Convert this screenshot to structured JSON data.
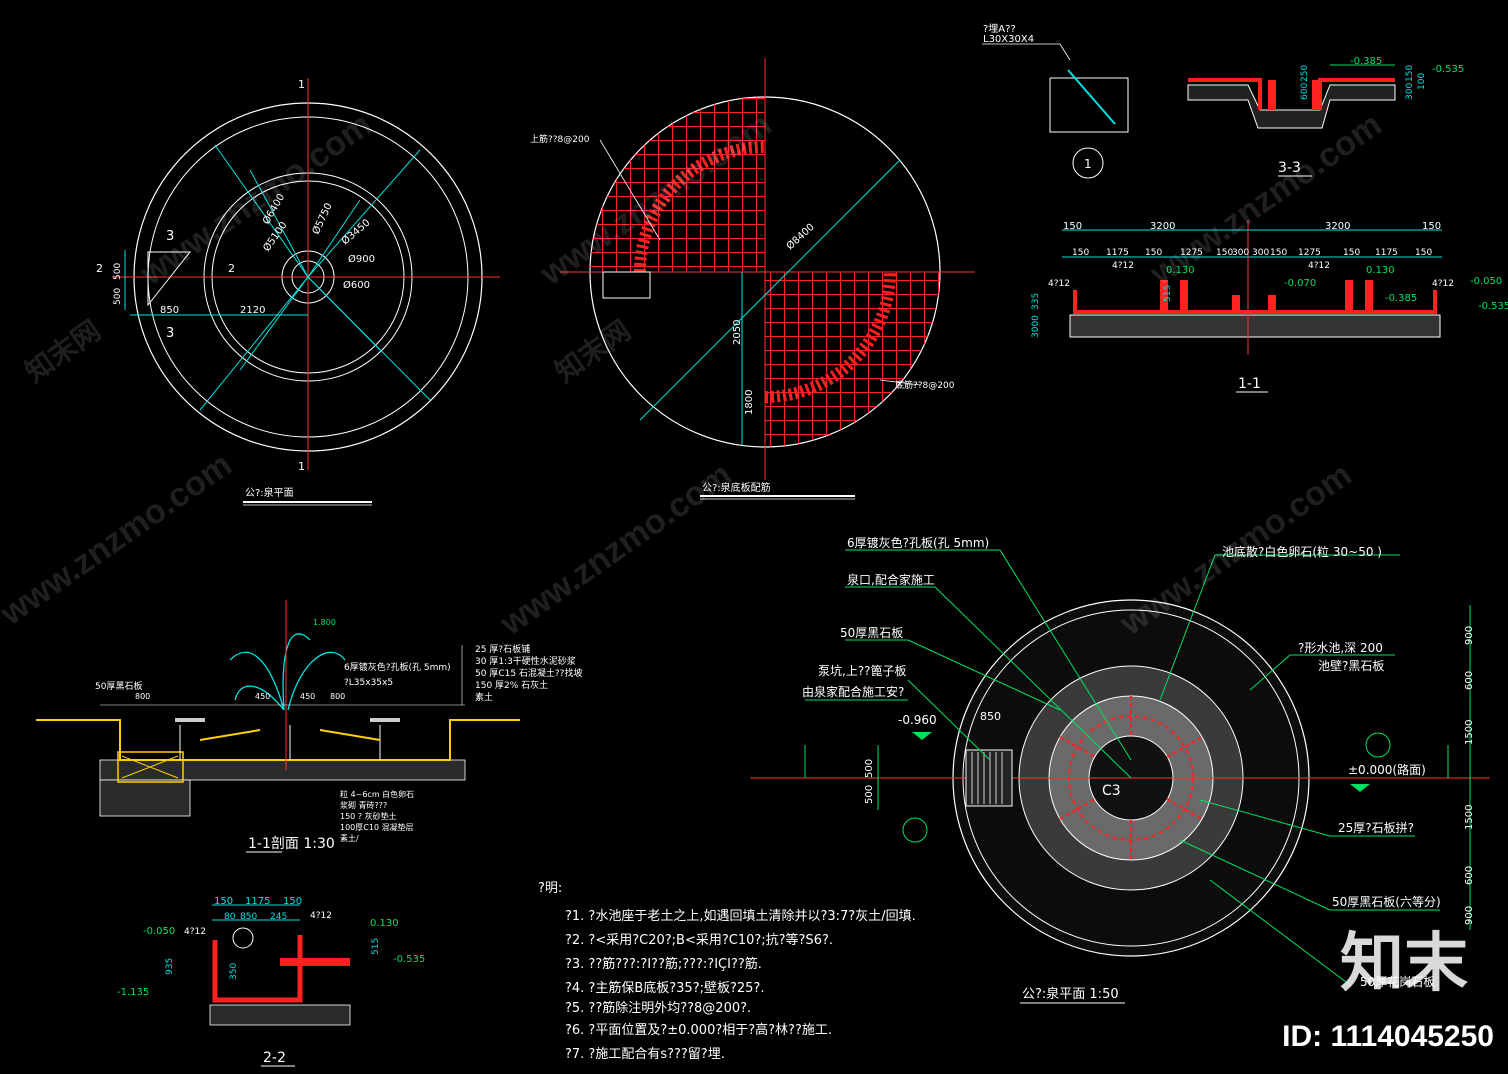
{
  "titles": {
    "plan": "公?:泉平面",
    "rebar": "公?:泉底板配筋",
    "section11": "1-1剖面 1:30",
    "sec22": "2-2",
    "sec33": "3-3",
    "sec1": "1-1",
    "bigplan": "公?:泉平面 1:50"
  },
  "plan": {
    "d6400": "Ø6400",
    "d5100": "Ø5100",
    "d5750": "Ø5750",
    "d3450": "Ø3450",
    "d900": "Ø900",
    "d600": "Ø600",
    "dim850": "850",
    "dim2120": "2120",
    "dim500a": "500",
    "dim500b": "500",
    "sec1": "1",
    "sec2": "2",
    "sec3": "3"
  },
  "rebar": {
    "top": "上筋??8@200",
    "bottom": "底筋??8@200",
    "d8400": "Ø8400",
    "dim2050": "2050",
    "dim1800": "1800"
  },
  "detail1": {
    "label": "?埋A??",
    "angle": "L30X30X4",
    "circle": "1"
  },
  "sec33": {
    "v1": "-0.385",
    "v2": "-0.535",
    "d150": "150",
    "d300": "300",
    "d100": "100",
    "d600": "600",
    "d250": "250"
  },
  "sec1": {
    "dims_top": [
      "150",
      "3200",
      "3200",
      "150"
    ],
    "dims_mid": [
      "150",
      "1175",
      "150",
      "1275",
      "150",
      "300",
      "300",
      "150",
      "1275",
      "150",
      "1175",
      "150"
    ],
    "v0130a": "0.130",
    "v0130b": "0.130",
    "v0070": "-0.070",
    "v0385": "-0.385",
    "v0050": "-0.050",
    "v0535": "-0.535",
    "rebarL": "4?12",
    "rebarR": "4?12",
    "rebarC1": "4?12",
    "rebarC2": "4?12",
    "d515": "515",
    "d335": "335",
    "d3000": "3000"
  },
  "section11": {
    "callouts": [
      "25 厚?石板铺",
      "30 厚1:3干硬性水泥砂浆 ",
      "50 厚C15 石混凝土??找坡",
      "150 厚2% 石灰土",
      "素土"
    ],
    "fountain": "6厚镀灰色?孔板(孔 5mm)",
    "angle": "?L35x35x5",
    "stone": "50厚黑石板",
    "bottom": [
      "粒 4~6cm 白色卵石",
      "浆砌 青砖??? ",
      "150 ? 灰砂垫土",
      "100厚C10 混凝垫层",
      "素土/"
    ],
    "d800a": "800",
    "d800b": "800",
    "d450a": "450",
    "d450b": "450",
    "d1800": "1.800"
  },
  "sec22": {
    "dims": [
      "150",
      "1175",
      "150"
    ],
    "dims2": [
      "80",
      "850",
      "245"
    ],
    "v0050": "-0.050",
    "v0130": "0.130",
    "v0535": "-0.535",
    "v1135": "-1.135",
    "rebar": "4?12",
    "rebar2": "4?12",
    "d935": "935",
    "d515": "515",
    "d350": "350"
  },
  "bigplan": {
    "l1": "6厚镀灰色?孔板(孔 5mm)",
    "l2": "泉口,配合家施工",
    "l3": "50厚黑石板",
    "l4": "泵坑,上??篦子板",
    "l5": "由泉家配合施工安?",
    "l6": "池底散?白色卵石(粒 30~50 )",
    "l7": "?形水池,深 200",
    "l8": "池壁?黑石板",
    "l9": "±0.000(路面)",
    "l10": "25厚?石板拼?",
    "l11": "50厚黑石板(六等分)",
    "l12": "50厚花岗石板",
    "l13": "-0.960",
    "l14": "850",
    "d500a": "500",
    "d500b": "500",
    "c3": "C3",
    "rdims": [
      "900",
      "600",
      "1500",
      "1500",
      "600",
      "900"
    ]
  },
  "notes": {
    "head": "?明:",
    "items": [
      "?1. ?水池座于老土之上,如遇回填土清除并以?3:7?灰土/回填.",
      "?2. ?<采用?C20?;B<采用?C10?;抗?等?S6?.",
      "?3. ??筋???:?I??筋;???:?IÇI??筋.",
      "?4. ?主筋保B底板?35?;壁板?25?.",
      "?5. ??筋除注明外均??8@200?.",
      "?6. ?平面位置及?±0.000?相于?高?林??施工.",
      "?7. ?施工配合有s???留?埋."
    ]
  },
  "watermark": {
    "text": "www.znzmo.com",
    "site": "知末网"
  },
  "logo": {
    "text": "知末",
    "id": "ID: 1114045250"
  }
}
